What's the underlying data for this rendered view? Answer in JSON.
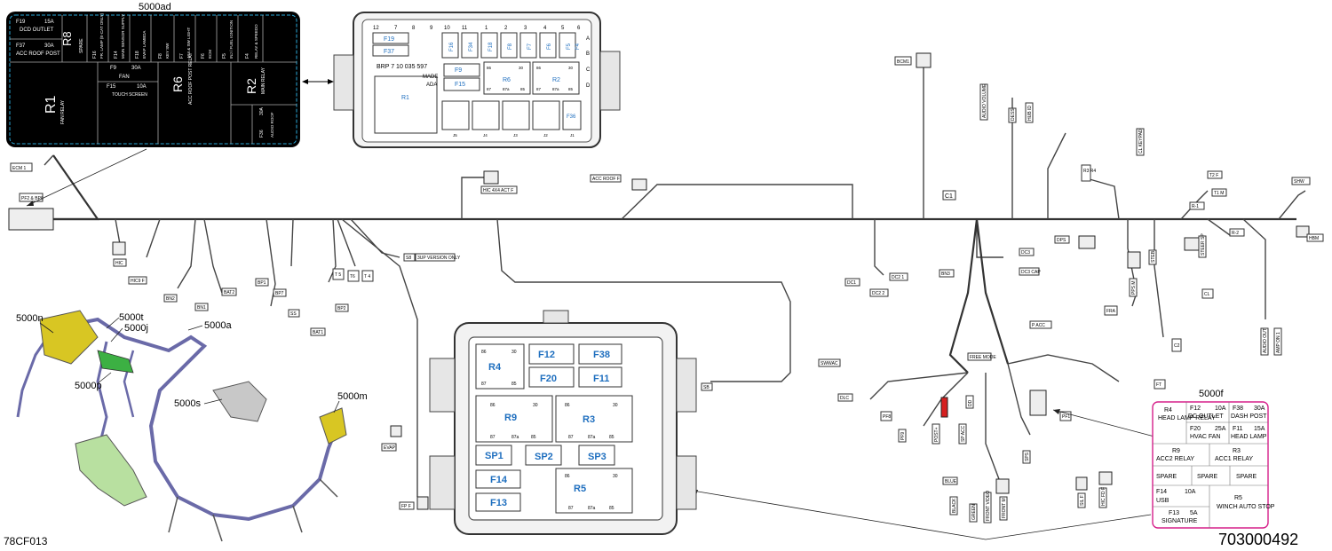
{
  "footer": {
    "left_code": "78CF013",
    "right_code": "703000492"
  },
  "panel_5000ad": {
    "title": "5000ad",
    "cells": {
      "f19": "F19",
      "f19a": "15A",
      "f19n": "DCD OUTLET",
      "f37": "F37",
      "f37a": "30A",
      "f37n": "ACC ROOF POST",
      "r8": "R8",
      "r8n": "SPARE",
      "f16": "F16",
      "f16a": "10A",
      "f16n": "FR. LAMP (E-CAT ONLY)",
      "f14": "F14",
      "f14a": "10A",
      "f14n": "MAIN SENSOR SUPPLY",
      "f18": "F18",
      "f18a": "10A",
      "f18n": "EVAP LAMBDA",
      "f8": "F8",
      "f8a": "10A",
      "f8n": "KEY SW",
      "f7": "F7",
      "f7a": "10A",
      "f7n": "4X4 & SW LIGHT",
      "f6": "F6",
      "f6a": "10A",
      "f6n": "ECM",
      "f5": "F5",
      "f5a": "10A",
      "f5n": "INJ / FUEL IGNITION",
      "f4": "F4",
      "f4a": "10A",
      "f4n": "RELAY & SPEEDO",
      "f9": "F9",
      "f9a": "30A",
      "f9n": "FAN",
      "f15": "F15",
      "f15a": "10A",
      "f15n": "TOUCH SCREEN",
      "r1": "R1",
      "r1n": "FAN RELAY",
      "r6": "R6",
      "r6n": "ACC ROOF POST RELAY",
      "r2": "R2",
      "r2n": "MAIN RELAY",
      "f36": "F36",
      "f36a": "30A",
      "f36n": "AUDIO ROOF"
    }
  },
  "fuse_box_top": {
    "pins": [
      "12",
      "7",
      "8",
      "9",
      "10",
      "11",
      "1",
      "2",
      "3",
      "4",
      "5",
      "6"
    ],
    "rows": [
      "A",
      "B",
      "C",
      "D"
    ],
    "fuses": [
      "F19",
      "F37",
      "F16",
      "F34",
      "F18",
      "F8",
      "F7",
      "F6",
      "F5",
      "F4",
      "F9",
      "F15",
      "F36"
    ],
    "relays": [
      "R1",
      "R6",
      "R2"
    ],
    "part_no": "BRP  7 10 035 597",
    "made": "MADE",
    "ada": "ADA",
    "r6_pins": [
      "86",
      "30",
      "87",
      "87a",
      "85"
    ],
    "r2_pins": [
      "86",
      "30",
      "87",
      "87a",
      "85"
    ],
    "bottom_labels": [
      "J5",
      "J4",
      "J3",
      "J2",
      "J1"
    ]
  },
  "fuse_box_bottom": {
    "relays": [
      {
        "name": "R4",
        "pins": [
          "86",
          "30",
          "87",
          "85"
        ]
      },
      {
        "name": "R9",
        "pins": [
          "86",
          "30",
          "87",
          "87a",
          "85"
        ]
      },
      {
        "name": "R3",
        "pins": [
          "86",
          "30",
          "87",
          "87a",
          "85"
        ]
      },
      {
        "name": "R5",
        "pins": [
          "86",
          "30",
          "87",
          "87a",
          "85"
        ]
      }
    ],
    "fuses": [
      "F12",
      "F38",
      "F20",
      "F11",
      "F14",
      "F13"
    ],
    "spares": [
      "SP1",
      "SP2",
      "SP3"
    ]
  },
  "panel_5000f": {
    "title": "5000f",
    "r4": "R4",
    "r4n": "HEAD LAMP RELAY",
    "f12": "F12",
    "f12a": "10A",
    "f12n": "DC OUTLET",
    "f38": "F38",
    "f38a": "30A",
    "f38n": "DASH POST",
    "f20": "F20",
    "f20a": "25A",
    "f20n": "HVAC FAN",
    "f11": "F11",
    "f11a": "15A",
    "f11n": "HEAD LAMP",
    "r9": "R9",
    "r9n": "ACC2 RELAY",
    "r3": "R3",
    "r3n": "ACC1 RELAY",
    "spare": "SPARE",
    "f14": "F14",
    "f14a": "10A",
    "f14n": "USB",
    "f13": "F13",
    "f13a": "5A",
    "f13n": "SIGNATURE",
    "r5": "R5",
    "r5n": "WINCH AUTO STOP"
  },
  "harness_labels": {
    "ecm1": "ECM 1",
    "pf2": "PF2 & BP6",
    "hic": "HIC",
    "hic9f": "HIC9 F",
    "bn2": "BN2",
    "bn1": "BN1",
    "bat2": "BAT2",
    "bp1": "BP1",
    "bp7": "BP7",
    "ss": "SS",
    "bat1": "BAT1",
    "bp2": "BP2",
    "t5": "T 5",
    "t6": "T6",
    "t4": "T 4",
    "s8": "S8",
    "s8n": "3UP VERSION ONLY",
    "evap": "EVAP",
    "fpf": "FP F",
    "hic4x4": "HIC 4X4 ACT F",
    "accroof": "ACC ROOF F",
    "bcm1": "BCM1",
    "audio": "AUDIO VOLUME",
    "dess": "DESS",
    "hubid": "HUB ID",
    "clkeypad": "CL KEYPAD",
    "c1": "C1",
    "r3r4": "R3 R4",
    "t2f": "T2 F",
    "t1m": "T1 M",
    "r1": "R-1",
    "r2": "R-2",
    "shw": "SHW",
    "hbm": "HBM",
    "dps": "DPS",
    "steer": "STEER SP",
    "steb": "STEB",
    "ppsm": "PPS M",
    "cl": "CL",
    "fra": "FRA",
    "c2": "C2",
    "audioout": "AUDIO OUT",
    "ampon": "AMP ON 1",
    "dc3": "DC3",
    "dc3cap": "DC3 CAP",
    "dc1": "DC1",
    "dc12": "DC2 1",
    "dc22": "DC2 2",
    "bn3": "BN3",
    "pacc": "P ACC",
    "swwac": "SWWAC",
    "dlc": "DLC",
    "pf8": "PF8",
    "freeuse": "FREE MODE",
    "sb": "SB",
    "ft": "FT",
    "pf1": "PF1",
    "blue": "BLUE",
    "black": "BLACK",
    "green": "GREEN",
    "frontvideo": "FRONT VIDEO",
    "frontm": "FRONT M",
    "sil": "SIL F",
    "hicfd": "HIC FD F",
    "pfs": "PF9",
    "post": "POST+",
    "spacc": "SP ACC",
    "dd": "DD",
    "sps": "SPS"
  },
  "harness_3d": {
    "labels": [
      "5000n",
      "5000t",
      "5000j",
      "5000a",
      "5000p",
      "5000s",
      "5000m"
    ]
  }
}
